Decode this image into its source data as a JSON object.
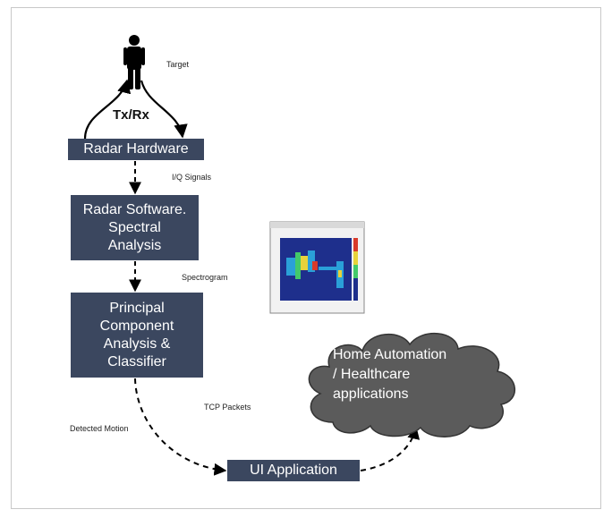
{
  "nodes": {
    "target_label": "Target",
    "txrx_label": "Tx/Rx",
    "radar_hardware": "Radar Hardware",
    "radar_software": [
      "Radar Software.",
      "Spectral",
      "Analysis"
    ],
    "pca_classifier": [
      "Principal",
      "Component",
      "Analysis &",
      "Classifier"
    ],
    "ui_application": "UI Application",
    "cloud": [
      "Home Automation",
      "/ Healthcare",
      "applications"
    ]
  },
  "edges": {
    "iq_signals": "I/Q Signals",
    "spectrogram": "Spectrogram",
    "tcp_packets": "TCP Packets",
    "detected_motion": "Detected Motion"
  },
  "colors": {
    "box_fill": "#3b475f",
    "cloud_fill": "#5b5b5b",
    "cloud_stroke": "#333333"
  },
  "icons": {
    "target": "person-icon",
    "spectrogram": "spectrogram-thumbnail"
  }
}
